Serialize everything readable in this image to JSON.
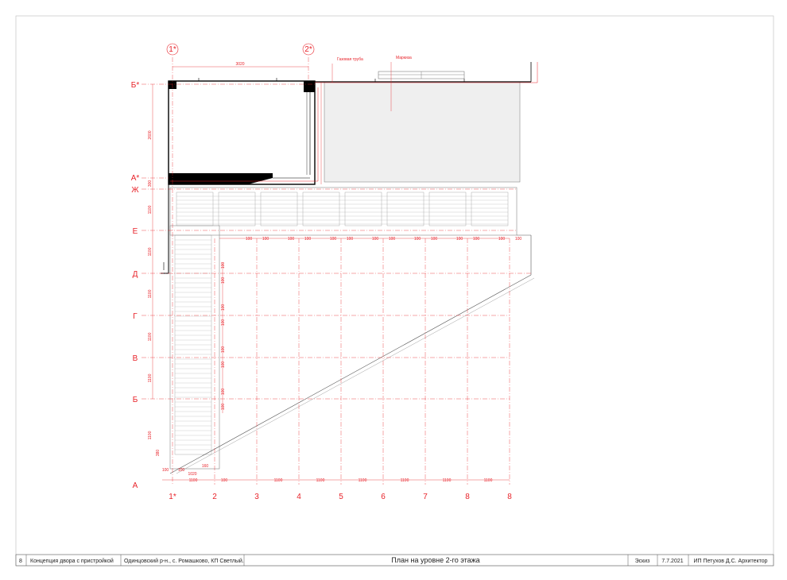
{
  "title_block": {
    "sheet_number": "8",
    "project": "Концепция двора с пристройкой",
    "location": "Одинцовский р-н., с. Ромашково, КП Светлый.",
    "drawing_title": "План на уровне 2-го этажа",
    "stage": "Эскиз",
    "date": "7.7.2021",
    "author": "ИП Петухов Д.С. Архитектор"
  },
  "notes": {
    "gas_pipe": "Газовая труба",
    "marquise": "Маркиза"
  },
  "axes": {
    "top": [
      "1*",
      "2*"
    ],
    "left": [
      "Б*",
      "А*",
      "Ж",
      "Е",
      "Д",
      "Г",
      "В",
      "Б",
      "А"
    ],
    "bottom": [
      "1*",
      "2",
      "3",
      "4",
      "5",
      "6",
      "7",
      "8",
      "8"
    ]
  },
  "dims": {
    "top_span": "3020",
    "left_upper": "2600",
    "left_small": "300",
    "row_spacing": "1100",
    "offset_100": "100",
    "offset_160": "160",
    "offset_380": "380",
    "offset_1020": "1020",
    "bottom_spacing": "1100"
  },
  "colors": {
    "axis": "#e8232a",
    "wall": "#000000",
    "fill": "#efefef"
  }
}
